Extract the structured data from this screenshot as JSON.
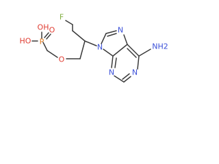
{
  "structure": {
    "atom_labels": {
      "fluorine": "F",
      "phosphonic_oh_top": "OH",
      "phosphonic_oh_left": "HO",
      "phosphorus": "P",
      "phosphoryl_oxygen": "O",
      "ether_oxygen": "O",
      "n7": "N",
      "n9": "N",
      "n1": "N",
      "n3": "N",
      "amino": "NH2"
    }
  },
  "colors": {
    "bond": "#3a3a3a",
    "fluorine": "#7fae3f",
    "oxygen": "#e03c32",
    "phosphorus": "#e07a1f",
    "nitrogen": "#3a4fd8"
  }
}
